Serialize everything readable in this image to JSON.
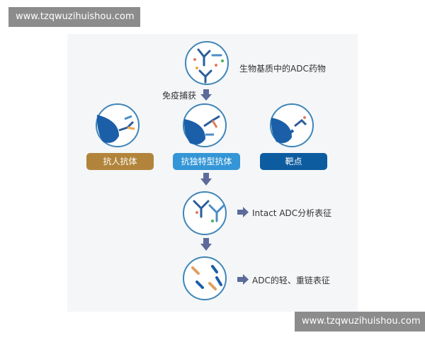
{
  "watermark": {
    "top": "www.tzqwuzihuishou.com",
    "bottom": "www.tzqwuzihuishou.com"
  },
  "diagram": {
    "matrix_label": "生物基质中的ADC药物",
    "capture_label": "免疫捕获",
    "capture_options": [
      "抗人抗体",
      "抗独特型抗体",
      "靶点"
    ],
    "intact_label": "Intact ADC分析表征",
    "chain_label": "ADC的轻、重链表征"
  },
  "colors": {
    "circle_border": "#3f85b8",
    "arrow": "#5d6b9a",
    "pill_brown": "#b2843b",
    "pill_light_blue": "#3496d6",
    "pill_dark_blue": "#0e5ca0"
  }
}
